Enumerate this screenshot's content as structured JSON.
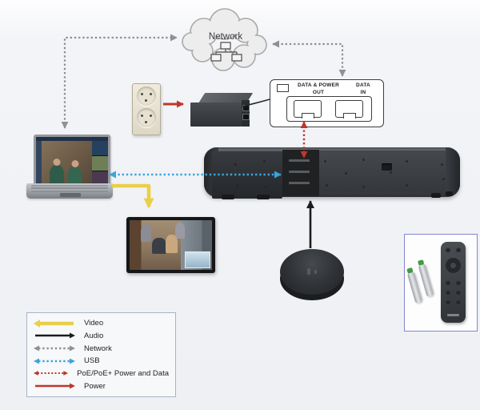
{
  "diagram": {
    "cloud": {
      "label": "Network"
    },
    "poe_wall_box": {
      "port1_label_line1": "DATA & POWER",
      "port1_label_line2": "OUT",
      "port2_label_line1": "DATA",
      "port2_label_line2": "IN"
    },
    "devices": [
      "network-cloud",
      "laptop",
      "wall-outlet",
      "poe-injector",
      "data-power-wall-box",
      "video-bar",
      "tv-display",
      "speakerphone",
      "remote-control-and-batteries"
    ],
    "connections": [
      {
        "from": "laptop",
        "to": "network-cloud",
        "type": "Network"
      },
      {
        "from": "network-cloud",
        "to": "data-in-port",
        "type": "Network"
      },
      {
        "from": "wall-outlet",
        "to": "poe-injector",
        "type": "Power"
      },
      {
        "from": "poe-injector",
        "to": "data-power-wall-box",
        "type": "cable"
      },
      {
        "from": "data-power-out-port",
        "to": "video-bar",
        "type": "PoE/PoE+ Power and Data"
      },
      {
        "from": "laptop",
        "to": "video-bar",
        "type": "USB"
      },
      {
        "from": "laptop",
        "to": "tv-display",
        "type": "Video"
      },
      {
        "from": "speakerphone",
        "to": "video-bar",
        "type": "Audio"
      }
    ],
    "legend": {
      "items": [
        {
          "id": "video",
          "label": "Video",
          "color": "#e9cf4a",
          "line_style": "solid",
          "arrowheads": "left",
          "thickness": 4.5
        },
        {
          "id": "audio",
          "label": "Audio",
          "color": "#1c1c1c",
          "line_style": "solid",
          "arrowheads": "right",
          "thickness": 2.4
        },
        {
          "id": "network",
          "label": "Network",
          "color": "#8d9094",
          "line_style": "dashed",
          "arrowheads": "both",
          "thickness": 2.4
        },
        {
          "id": "usb",
          "label": "USB",
          "color": "#3ea3da",
          "line_style": "dashed",
          "arrowheads": "both",
          "thickness": 2.4
        },
        {
          "id": "poe",
          "label": "PoE/PoE+ Power and Data",
          "color": "#bf362c",
          "line_style": "dashed",
          "arrowheads": "both",
          "thickness": 2.4
        },
        {
          "id": "power",
          "label": "Power",
          "color": "#bf362c",
          "line_style": "solid",
          "arrowheads": "right",
          "thickness": 2.6
        }
      ]
    },
    "colors": {
      "background": "#f0f1f5",
      "legend_border": "#a9b3c6",
      "kit_border": "#8487c9",
      "red": "#bf362c",
      "yellow": "#e9cf4a",
      "blue": "#3ea3da",
      "gray": "#8d9094",
      "black": "#1c1c1c"
    }
  }
}
